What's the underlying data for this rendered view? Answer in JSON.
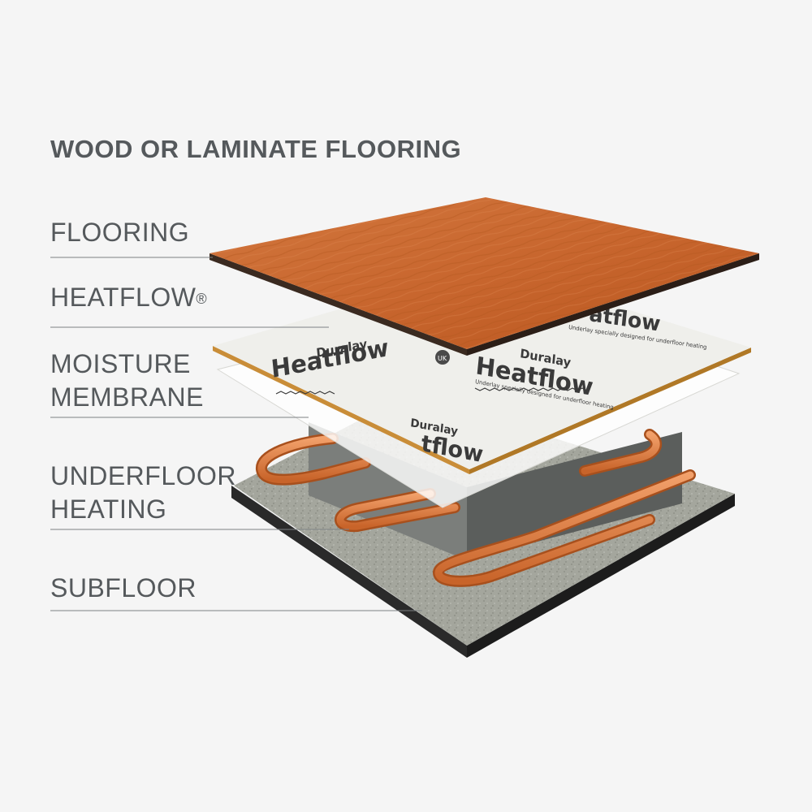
{
  "diagram": {
    "title": "WOOD OR LAMINATE FLOORING",
    "layers": [
      {
        "lines": [
          "FLOORING"
        ]
      },
      {
        "lines": [
          "HEATFLOW"
        ],
        "mark": "®"
      },
      {
        "lines": [
          "MOISTURE",
          "MEMBRANE"
        ]
      },
      {
        "lines": [
          "UNDERFLOOR",
          "HEATING"
        ]
      },
      {
        "lines": [
          "SUBFLOOR"
        ]
      }
    ],
    "board_print": {
      "brand": "Duralay",
      "product": "Heatflow",
      "tagline": "Underlay specially designed for underfloor heating",
      "product_cropped": "atflow",
      "product_cropped_bottom": "tflow",
      "badge": "UK"
    }
  },
  "colors": {
    "background": "#f5f5f5",
    "text": "#55595c",
    "leader_line": "#7d8184",
    "wood": "#c8662e",
    "board": "#efefeb",
    "board_edge": "#c98d38",
    "membrane": "#ffffff",
    "pipe": "#e0803a",
    "subfloor": "#a4a69d",
    "subfloor_edge": "#2a2a2a"
  },
  "icons": {
    "brand_logo": "duralay-logo-icon",
    "badge": "uk-badge-icon"
  }
}
